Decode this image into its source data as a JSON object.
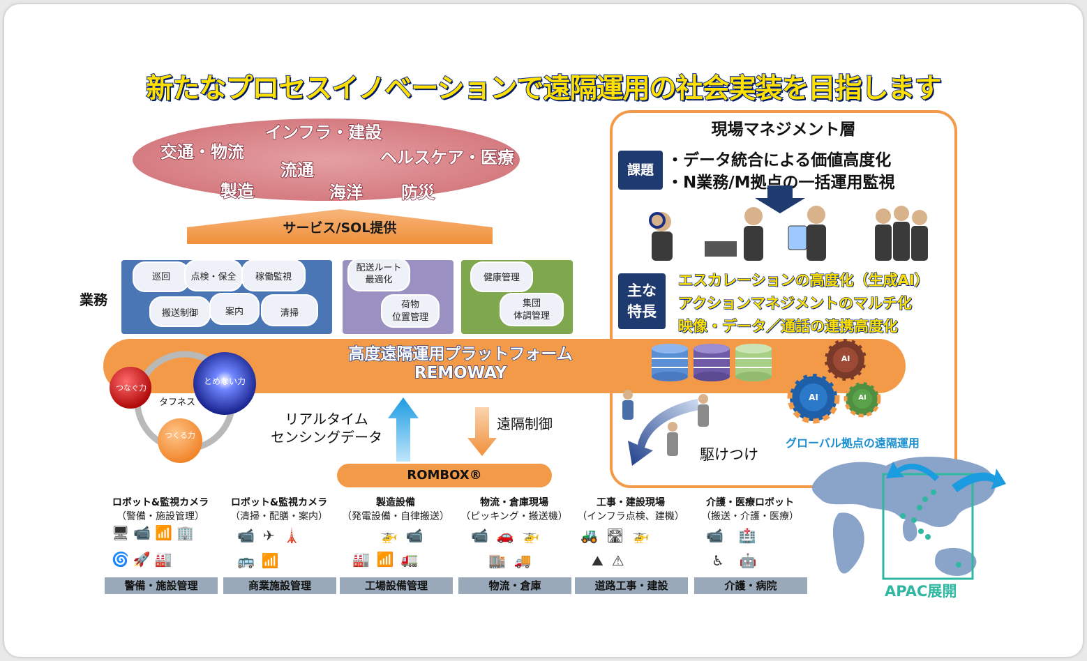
{
  "title": "新たなプロセスイノベーションで遠隔運用の社会実装を目指します",
  "industries": [
    "インフラ・建設",
    "交通・物流",
    "ヘルスケア・医療",
    "流通",
    "製造",
    "海洋",
    "防災"
  ],
  "service_arrow_label": "サービス/SOL提供",
  "gyomu_label": "業務",
  "task_groups": [
    {
      "items": [
        "巡回",
        "点検・保全",
        "稼働監視",
        "搬送制御",
        "案内",
        "清掃"
      ]
    },
    {
      "items": [
        "配送ルート",
        "最適化",
        "荷物",
        "位置管理"
      ]
    },
    {
      "items": [
        "健康管理",
        "集団",
        "体調管理"
      ]
    }
  ],
  "platform": {
    "line1": "高度遠隔運用プラットフォーム",
    "line2": "REMOWAY"
  },
  "strengths": {
    "connect": "つなぐ力",
    "nonstop": "とめない力",
    "create": "つくる力",
    "center": "タフネス"
  },
  "realtime_label": {
    "line1": "リアルタイム",
    "line2": "センシングデータ"
  },
  "remote_control_label": "遠隔制御",
  "rombox_label": "ROMBOX®",
  "categories": [
    {
      "title": "ロボット&監視カメラ",
      "sub": "（警備・施設管理）",
      "bar": "警備・施設管理"
    },
    {
      "title": "ロボット&監視カメラ",
      "sub": "（清掃・配膳・案内）",
      "bar": "商業施設管理"
    },
    {
      "title": "製造設備",
      "sub": "（発電設備・自律搬送）",
      "bar": "工場設備管理"
    },
    {
      "title": "物流・倉庫現場",
      "sub": "（ピッキング・搬送機）",
      "bar": "物流・倉庫"
    },
    {
      "title": "工事・建設現場",
      "sub": "（インフラ点検、建機）",
      "bar": "道路工事・建設"
    },
    {
      "title": "介護・医療ロボット",
      "sub": "（搬送・介護・医療）",
      "bar": "介護・病院"
    }
  ],
  "management": {
    "title": "現場マネジメント層",
    "issue_badge": "課題",
    "issues": [
      "・データ統合による価値高度化",
      "・N業務/M拠点の一括運用監視"
    ],
    "feature_badge_line1": "主な",
    "feature_badge_line2": "特長",
    "features": [
      "エスカレーションの高度化（生成AI）",
      "アクションマネジメントのマルチ化",
      "映像・データ／通話の連携高度化"
    ]
  },
  "ai_labels": [
    "AI",
    "AI",
    "AI"
  ],
  "dispatch_label": "駆けつけ",
  "global_label": "グローバル拠点の遠隔運用",
  "apac_label": "APAC展開",
  "colors": {
    "orange": "#f39a48",
    "navy": "#1f3a6e",
    "yellow": "#ffe000",
    "teal": "#2fb7a2",
    "pink": "#d67e83"
  }
}
